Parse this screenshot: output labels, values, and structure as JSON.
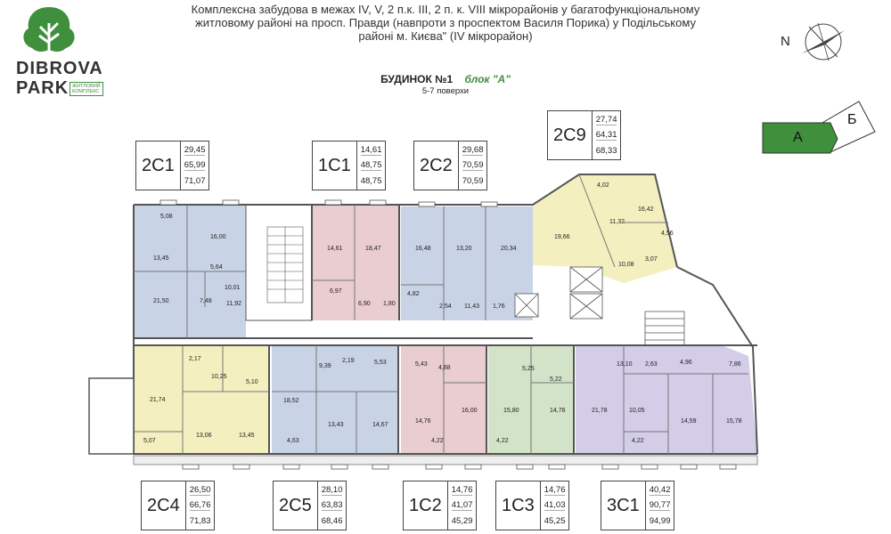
{
  "header": {
    "line1": "Комплексна забудова в межах IV, V, 2 п.к. III, 2 п. к. VIII мікрорайонів у багатофункціональному",
    "line2": "житловому районі на просп. Правди (навпроти з проспектом Василя Порика) у Подільському",
    "line3": "районі м. Києва\" (IV мікрорайон)"
  },
  "logo": {
    "word1": "DIBROVA",
    "word2": "PARK",
    "tagline1": "ЖИТЛОВИЙ",
    "tagline2": "КОМПЛЕКС"
  },
  "building": {
    "title": "БУДИНОК №1",
    "block": "блок \"А\"",
    "floors": "5-7 поверхи"
  },
  "compass": {
    "north": "N"
  },
  "block_key": {
    "active": "А",
    "other": "Б"
  },
  "units": [
    {
      "code": "2С1",
      "areas": [
        "29,45",
        "65,99",
        "71,07"
      ]
    },
    {
      "code": "1С1",
      "areas": [
        "14,61",
        "48,75",
        "48,75"
      ]
    },
    {
      "code": "2С2",
      "areas": [
        "29,68",
        "70,59",
        "70,59"
      ]
    },
    {
      "code": "2С9",
      "areas": [
        "27,74",
        "64,31",
        "68,33"
      ]
    },
    {
      "code": "2С4",
      "areas": [
        "26,50",
        "66,76",
        "71,83"
      ]
    },
    {
      "code": "2С5",
      "areas": [
        "28,10",
        "63,83",
        "68,46"
      ]
    },
    {
      "code": "1С2",
      "areas": [
        "14,76",
        "41,07",
        "45,29"
      ]
    },
    {
      "code": "1С3",
      "areas": [
        "14,76",
        "41,03",
        "45,25"
      ]
    },
    {
      "code": "3С1",
      "areas": [
        "40,42",
        "90,77",
        "94,99"
      ]
    }
  ],
  "rooms": {
    "r2c1_a": "5,08",
    "r2c1_b": "16,00",
    "r2c1_c": "13,45",
    "r2c1_d": "5,64",
    "r2c1_e": "21,50",
    "r2c1_f": "7,48",
    "r2c1_g": "11,92",
    "r2c1_h": "10,01",
    "r1c1_a": "14,61",
    "r1c1_b": "18,47",
    "r1c1_c": "6,97",
    "r1c1_d": "6,90",
    "r1c1_e": "1,80",
    "r2c2_a": "16,48",
    "r2c2_b": "13,20",
    "r2c2_c": "20,34",
    "r2c2_d": "4,82",
    "r2c2_e": "2,54",
    "r2c2_f": "11,43",
    "r2c2_g": "1,76",
    "r2c9_a": "4,02",
    "r2c9_b": "16,42",
    "r2c9_c": "11,32",
    "r2c9_d": "19,66",
    "r2c9_e": "4,56",
    "r2c9_f": "10,08",
    "r2c9_g": "3,07",
    "r2c4_a": "2,17",
    "r2c4_b": "10,25",
    "r2c4_c": "21,74",
    "r2c4_d": "5,10",
    "r2c4_e": "13,06",
    "r2c4_f": "13,45",
    "r2c4_g": "5,07",
    "r2c5_a": "9,39",
    "r2c5_b": "2,19",
    "r2c5_c": "5,53",
    "r2c5_d": "18,52",
    "r2c5_e": "13,43",
    "r2c5_f": "14,67",
    "r2c5_g": "4,63",
    "r1c2_a": "5,43",
    "r1c2_b": "4,88",
    "r1c2_c": "14,76",
    "r1c2_d": "16,00",
    "r1c2_e": "4,22",
    "r1c3_a": "5,25",
    "r1c3_b": "5,22",
    "r1c3_c": "15,80",
    "r1c3_d": "14,76",
    "r1c3_e": "4,22",
    "r3c1_a": "13,10",
    "r3c1_b": "2,63",
    "r3c1_c": "4,96",
    "r3c1_d": "7,86",
    "r3c1_e": "21,78",
    "r3c1_f": "10,05",
    "r3c1_g": "14,59",
    "r3c1_h": "15,78",
    "r3c1_i": "4,22"
  },
  "colors": {
    "unit_blue": "#c9d3e6",
    "unit_pink": "#e9cdd0",
    "unit_yellow": "#f3efbf",
    "unit_green": "#d2e3c8",
    "unit_purple": "#d3cde8",
    "brand_green": "#3f8f3d",
    "wall": "#555555"
  }
}
